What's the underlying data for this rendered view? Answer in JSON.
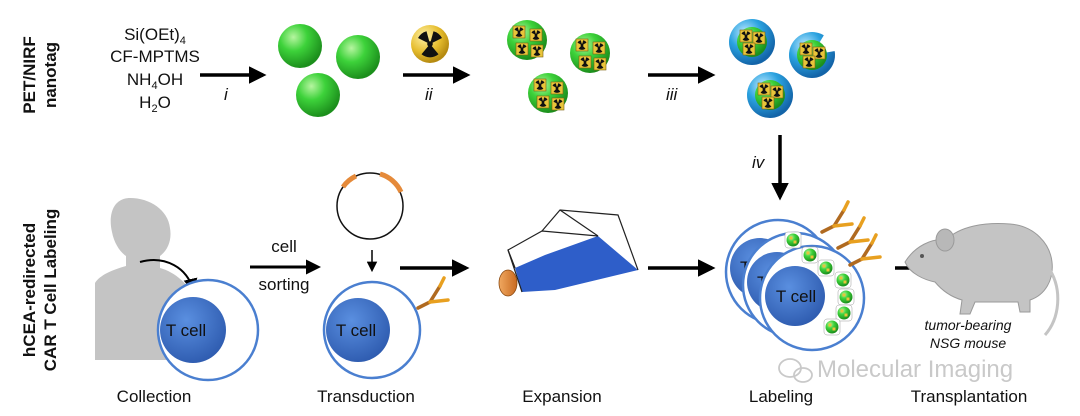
{
  "row_labels": {
    "top_line1": "PET/NIRF",
    "top_line2": "nanotag",
    "bottom_line1": "hCEA-redirected",
    "bottom_line2": "CAR T Cell Labeling"
  },
  "reagents": {
    "r1_main": "Si(OEt)",
    "r1_sub": "4",
    "r2": "CF-MPTMS",
    "r3_main": "NH",
    "r3_sub": "4",
    "r3_end": "OH",
    "r4_main": "H",
    "r4_sub": "2",
    "r4_end": "O"
  },
  "steps": {
    "i": "i",
    "ii": "ii",
    "iii": "iii",
    "iv": "iv"
  },
  "sorting": {
    "line1": "cell",
    "line2": "sorting"
  },
  "cells": {
    "t_cell": "T cell"
  },
  "mouse_label": {
    "line1": "tumor-bearing",
    "line2": "NSG mouse"
  },
  "captions": {
    "collection": "Collection",
    "transduction": "Transduction",
    "expansion": "Expansion",
    "labeling": "Labeling",
    "transplantation": "Transplantation"
  },
  "watermark": "Molecular Imaging",
  "colors": {
    "sphere_green": "#33cc33",
    "cell_blue": "#3a6fc4",
    "ring_blue": "#4a7fd0",
    "shell_blue": "#2a9ad8",
    "radio_yellow": "#e8c43a",
    "antibody_orange": "#e8a020",
    "antibody_brown": "#b06a20",
    "flask_blue": "#2e5ec9",
    "cap_orange": "#e58a3a",
    "silhouette_gray": "#c4c4c4"
  }
}
